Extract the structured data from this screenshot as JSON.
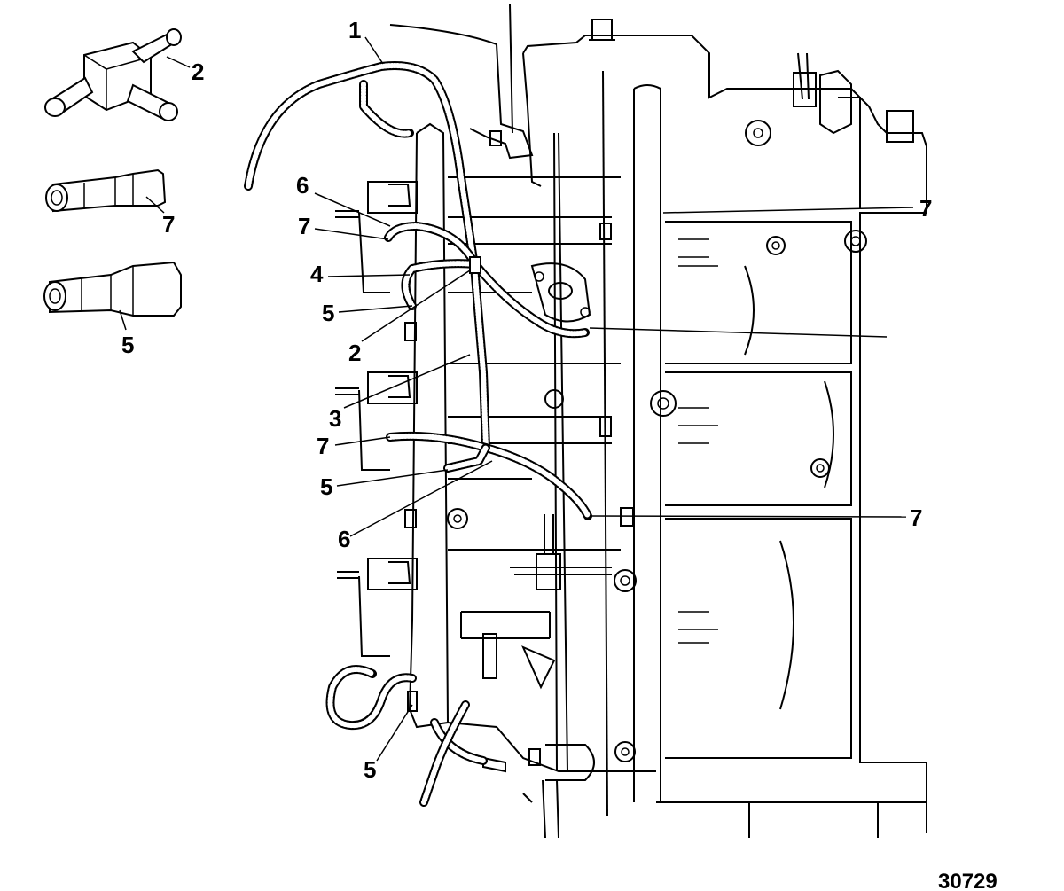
{
  "figure_number": "30729",
  "callouts": [
    {
      "id": "c1",
      "text": "1"
    },
    {
      "id": "c2a",
      "text": "2"
    },
    {
      "id": "c7a",
      "text": "7"
    },
    {
      "id": "c5a",
      "text": "5"
    },
    {
      "id": "c6a",
      "text": "6"
    },
    {
      "id": "c7b",
      "text": "7"
    },
    {
      "id": "c4",
      "text": "4"
    },
    {
      "id": "c5b",
      "text": "5"
    },
    {
      "id": "c2b",
      "text": "2"
    },
    {
      "id": "c3",
      "text": "3"
    },
    {
      "id": "c7c",
      "text": "7"
    },
    {
      "id": "c5c",
      "text": "5"
    },
    {
      "id": "c6b",
      "text": "6"
    },
    {
      "id": "c5d",
      "text": "5"
    },
    {
      "id": "c7d",
      "text": "7"
    },
    {
      "id": "c7e",
      "text": "7"
    }
  ]
}
